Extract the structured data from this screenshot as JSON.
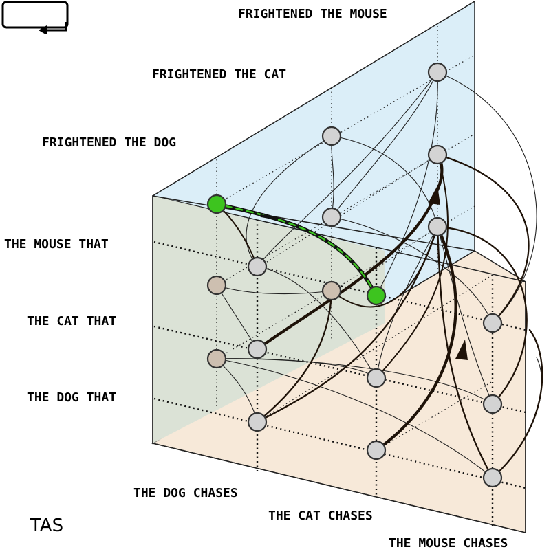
{
  "labels": {
    "frightened_mouse": "FRIGHTENED THE MOUSE",
    "frightened_cat": "FRIGHTENED THE CAT",
    "frightened_dog": "FRIGHTENED THE DOG",
    "mouse_that": "THE MOUSE THAT",
    "cat_that": "THE CAT THAT",
    "dog_that": "THE DOG THAT",
    "dog_chases": "THE DOG CHASES",
    "cat_chases": "THE CAT CHASES",
    "mouse_chases": "THE MOUSE CHASES"
  },
  "logo": {
    "text": "TAS"
  },
  "colors": {
    "back_plane": "#dbeef8",
    "left_plane": "#dbe2d6",
    "floor_plane": "#f7e9d9",
    "node_gray": "#d3d3d3",
    "node_brown": "#cdbfb0",
    "node_green": "#3dc41f",
    "edge_dark": "#1e1208"
  }
}
